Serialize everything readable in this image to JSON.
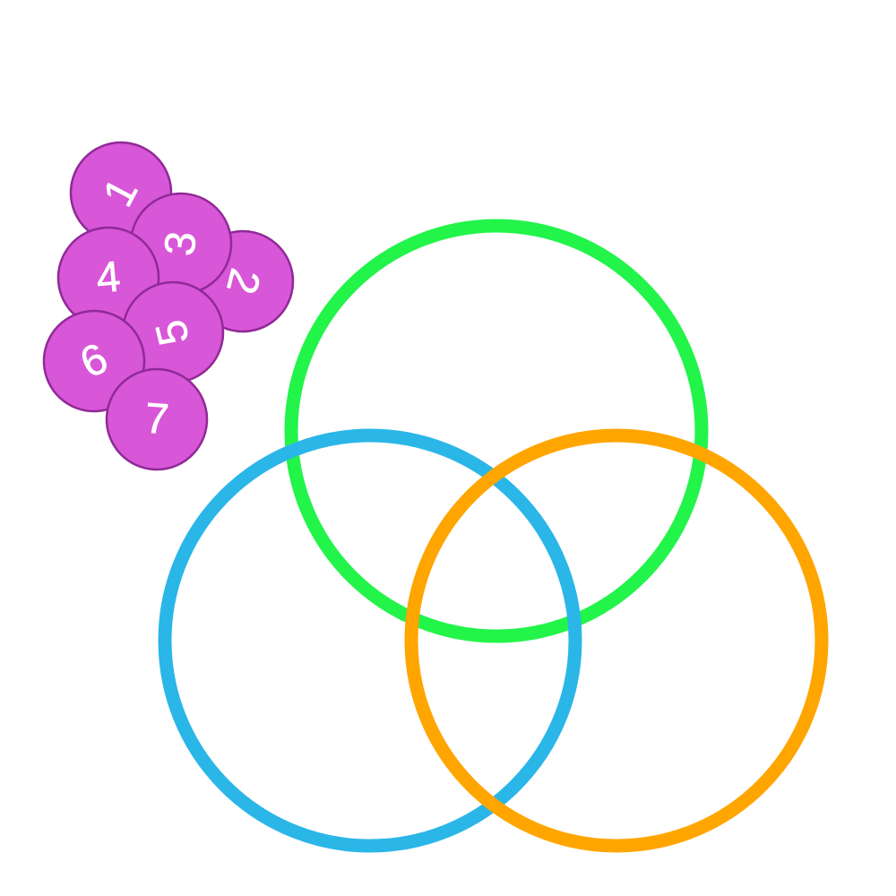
{
  "rings": [
    {
      "id": "green",
      "color": "#22f44a"
    },
    {
      "id": "blue",
      "color": "#2bb6e8"
    },
    {
      "id": "orange",
      "color": "#ffa500"
    }
  ],
  "tokens": [
    {
      "label": "1"
    },
    {
      "label": "2"
    },
    {
      "label": "3"
    },
    {
      "label": "4"
    },
    {
      "label": "5"
    },
    {
      "label": "6"
    },
    {
      "label": "7"
    }
  ],
  "token_style": {
    "fill": "#d856d8",
    "stroke": "#8f2a96",
    "text": "#ffffff"
  }
}
